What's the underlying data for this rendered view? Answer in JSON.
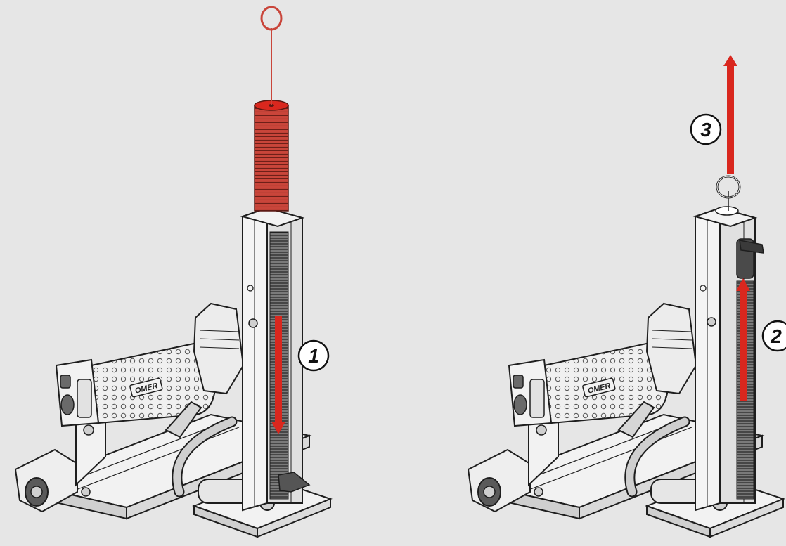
{
  "colors": {
    "background": "#e6e6e6",
    "accent_red": "#d9271e",
    "coil_red": "#c9453a",
    "metal_light": "#f2f2f2",
    "metal_mid": "#cfcfcf",
    "outline": "#1e1e1e",
    "dark_part": "#4a4a4a"
  },
  "brand_mark": "OMER",
  "steps": [
    {
      "number": "1",
      "arrow_direction": "down"
    },
    {
      "number": "2",
      "arrow_direction": "up"
    },
    {
      "number": "3",
      "arrow_direction": "up"
    }
  ]
}
